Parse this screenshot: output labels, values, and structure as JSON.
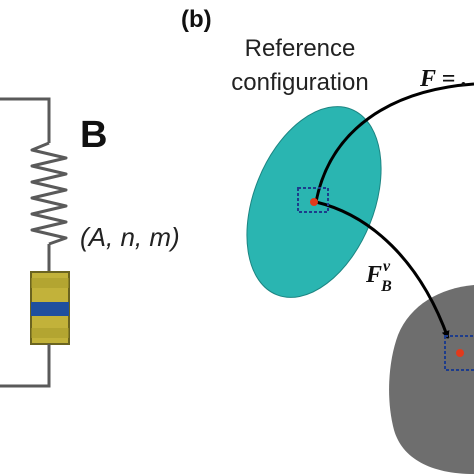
{
  "panel_label": "(b)",
  "element_label": "B",
  "parameters": "(A, n, m)",
  "reference_line1": "Reference",
  "reference_line2": "configuration",
  "deformation_gradient": "F = .",
  "viscous_map": {
    "symbol": "F",
    "superscript": "v",
    "subscript": "B"
  },
  "colors": {
    "reference_body": "#2ab5b1",
    "deformed_body": "#6e6e6e",
    "spring": "#595959",
    "dashpot_body": "#c2b23a",
    "dashpot_band": "#1f4f9e",
    "material_point": "#e23a1c",
    "dashed_box": "#1d3c8c"
  }
}
